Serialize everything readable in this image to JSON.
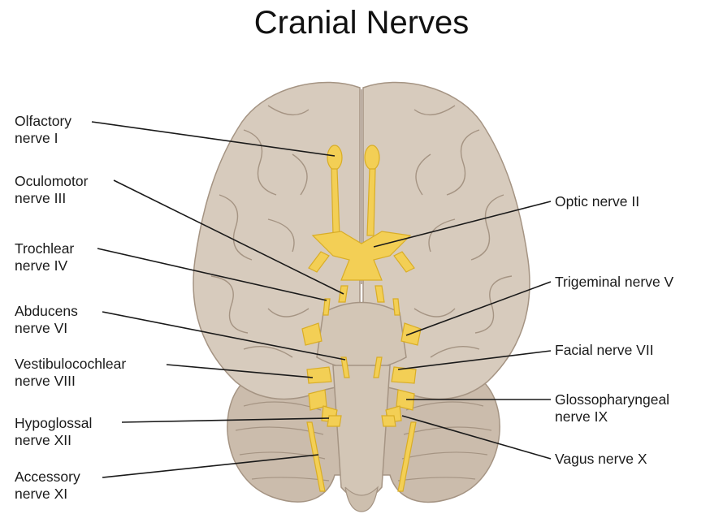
{
  "title": "Cranial Nerves",
  "colors": {
    "cerebrum": "#d7cbbd",
    "sulcus": "#a59483",
    "cerebellum": "#cbbcac",
    "brainstem": "#d3c6b6",
    "nerve": "#f3cf55",
    "nerve_dark": "#d9ad26",
    "leader_line": "#1a1a1a"
  },
  "labels": {
    "olfactory": "Olfactory\nnerve I",
    "oculomotor": "Oculomotor\nnerve III",
    "trochlear": "Trochlear\nnerve IV",
    "abducens": "Abducens\nnerve VI",
    "vestibulocochlear": "Vestibulocochlear\nnerve VIII",
    "hypoglossal": "Hypoglossal\nnerve XII",
    "accessory": "Accessory\nnerve XI",
    "optic": "Optic nerve II",
    "trigeminal": "Trigeminal nerve V",
    "facial": "Facial nerve VII",
    "glossopharyngeal": "Glossopharyngeal\nnerve IX",
    "vagus": "Vagus nerve X"
  }
}
